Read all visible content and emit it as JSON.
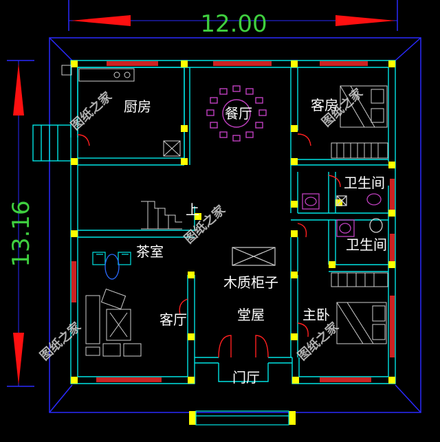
{
  "dimensions": {
    "width": "12.00",
    "height": "13.16"
  },
  "rooms": {
    "kitchen": "厨房",
    "dining": "餐厅",
    "guest_room": "客房",
    "bathroom_upper": "卫生间",
    "bathroom_lower": "卫生间",
    "stair_up": "上",
    "tea_room": "茶室",
    "wood_cabinet": "木质柜子",
    "living_room": "客厅",
    "main_hall": "堂屋",
    "master_bedroom": "主卧",
    "foyer": "门厅"
  },
  "watermark": "图纸之家",
  "colors": {
    "wall": "#00e5e5",
    "column": "#ffff00",
    "window": "#cc2222",
    "dimension_arrow": "#ff1010",
    "dimension_text": "#3fcf3f",
    "outline": "#2a2aff",
    "furniture": "#d0d0d0",
    "table": "#c040c0"
  }
}
